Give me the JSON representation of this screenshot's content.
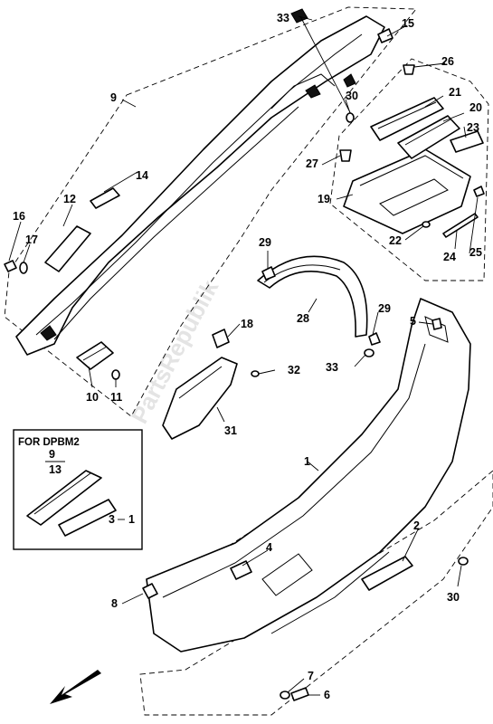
{
  "watermark": "PartsRepublik",
  "inset": {
    "title": "FOR DPBM2",
    "ref_top": "9",
    "ref_bottom": "13",
    "ref_emblem": "3",
    "ref_emblem_b": "1"
  },
  "callouts": {
    "c1": "1",
    "c2": "2",
    "c4": "4",
    "c5": "5",
    "c6": "6",
    "c7": "7",
    "c8": "8",
    "c9": "9",
    "c10": "10",
    "c11": "11",
    "c12": "12",
    "c14": "14",
    "c15": "15",
    "c16": "16",
    "c17": "17",
    "c18": "18",
    "c19": "19",
    "c20": "20",
    "c21": "21",
    "c22": "22",
    "c23": "23",
    "c24": "24",
    "c25": "25",
    "c26": "26",
    "c27": "27",
    "c28": "28",
    "c29a": "29",
    "c29b": "29",
    "c30a": "30",
    "c30b": "30",
    "c31": "31",
    "c32": "32",
    "c33a": "33",
    "c33b": "33"
  },
  "icons": {
    "direction": "arrow-down-left-icon"
  }
}
